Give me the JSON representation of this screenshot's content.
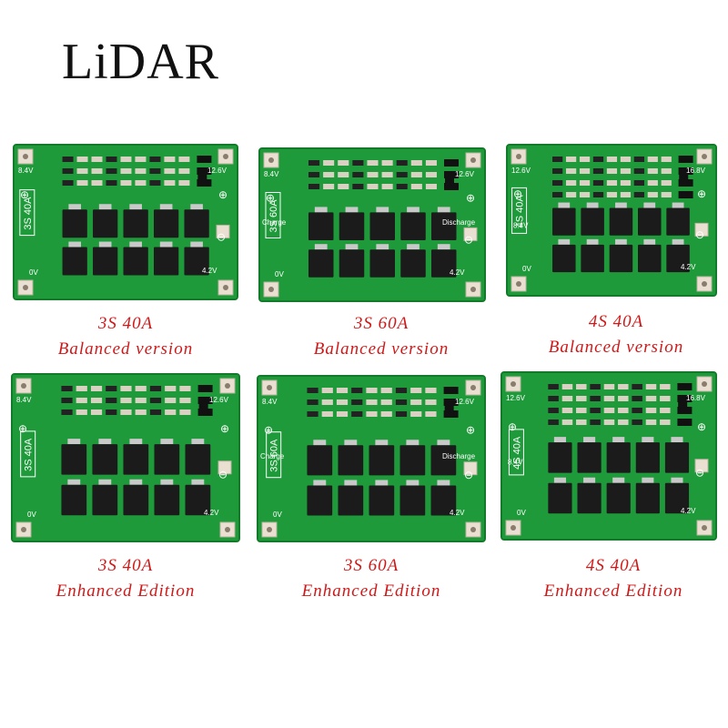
{
  "brand": "LiDAR",
  "colors": {
    "pcb": "#1f9a3a",
    "pcb_dark": "#137a2a",
    "mosfet": "#1b1b1b",
    "caption": "#d01818",
    "silk": "#ffffff"
  },
  "boards": [
    {
      "model": "3S  40A",
      "edition": "Balanced version",
      "silk_badge": "3S 40A",
      "v_left": "8.4V",
      "v_right": "12.6V",
      "v_bottom_left": "0V",
      "v_bottom_right": "4.2V"
    },
    {
      "model": "3S  60A",
      "edition": "Balanced version",
      "silk_badge": "3S 60A",
      "v_left": "8.4V",
      "v_right": "12.6V",
      "v_bottom_left": "0V",
      "v_bottom_right": "4.2V",
      "label_left": "Charge",
      "label_right": "Discharge"
    },
    {
      "model": "4S  40A",
      "edition": "Balanced version",
      "silk_badge": "4S 40A",
      "v_left": "12.6V",
      "v_right": "16.8V",
      "v_bottom_left": "0V",
      "v_bottom_right": "4.2V",
      "v_mid": "8.4V"
    },
    {
      "model": "3S  40A",
      "edition": "Enhanced Edition",
      "silk_badge": "3S 40A",
      "v_left": "8.4V",
      "v_right": "12.6V",
      "v_bottom_left": "0V",
      "v_bottom_right": "4.2V"
    },
    {
      "model": "3S  60A",
      "edition": "Enhanced Edition",
      "silk_badge": "3S 60A",
      "v_left": "8.4V",
      "v_right": "12.6V",
      "v_bottom_left": "0V",
      "v_bottom_right": "4.2V",
      "label_left": "Charge",
      "label_right": "Discharge"
    },
    {
      "model": "4S  40A",
      "edition": "Enhanced Edition",
      "silk_badge": "4S 40A",
      "v_left": "12.6V",
      "v_right": "16.8V",
      "v_bottom_left": "0V",
      "v_bottom_right": "4.2V",
      "v_mid": "8.4V"
    }
  ]
}
